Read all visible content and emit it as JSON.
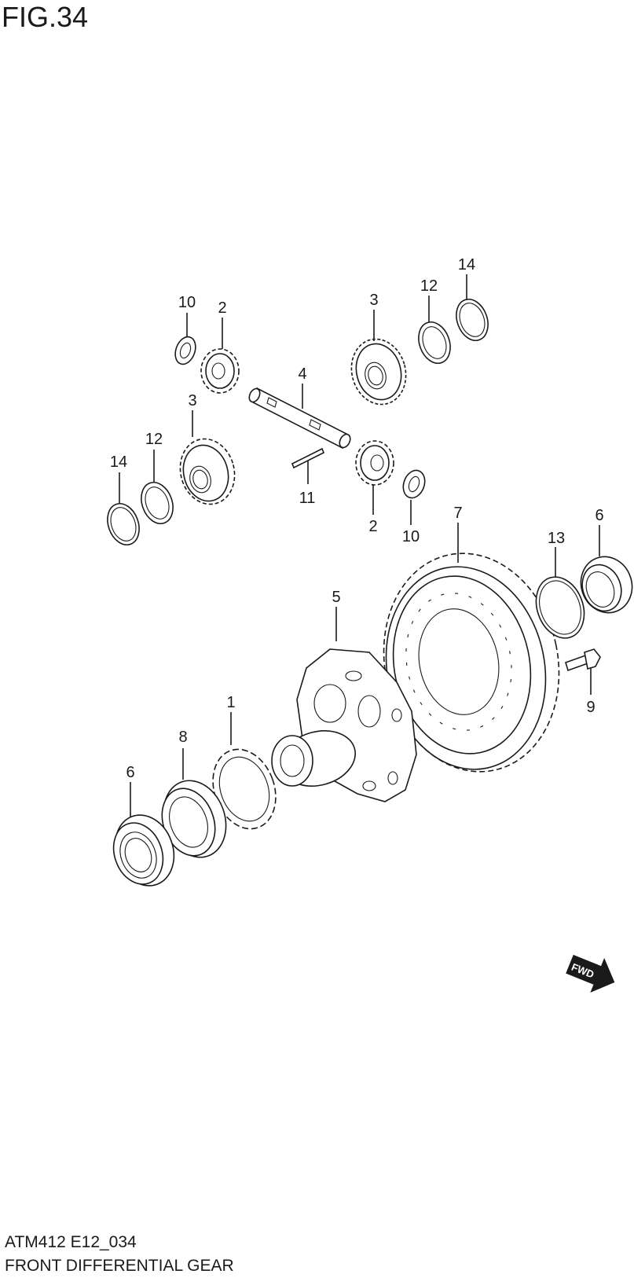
{
  "figure": {
    "title": "FIG.34"
  },
  "caption": {
    "code": "ATM412 E12_034",
    "name": "FRONT DIFFERENTIAL GEAR"
  },
  "fwd": {
    "label": "FWD"
  },
  "callouts": {
    "washer_10_top": "10",
    "pinion_2_top": "2",
    "side_gear_3_top": "3",
    "washer_12_top": "12",
    "washer_14_top": "14",
    "shaft_4": "4",
    "side_gear_3_left": "3",
    "washer_12_left": "12",
    "washer_14_left": "14",
    "pin_11": "11",
    "pinion_2_bottom": "2",
    "washer_10_bottom": "10",
    "ring_gear_7": "7",
    "ring_13": "13",
    "bearing_6_right": "6",
    "case_5": "5",
    "bolt_9": "9",
    "plate_1": "1",
    "bearing_8": "8",
    "bearing_6_left": "6"
  }
}
